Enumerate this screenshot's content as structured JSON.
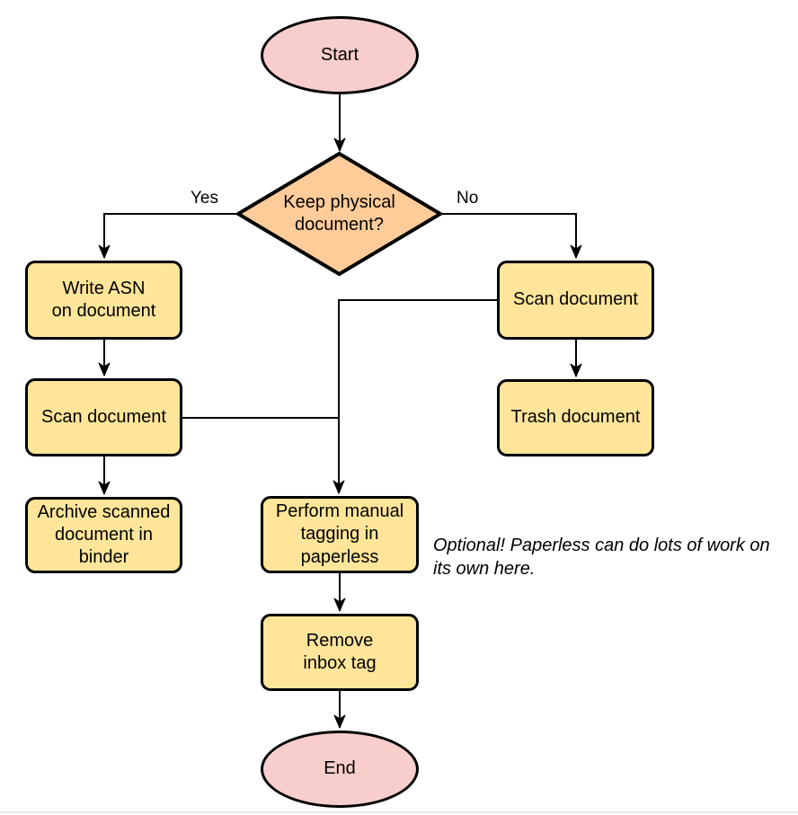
{
  "diagram": {
    "nodes": {
      "start": {
        "label": "Start",
        "shape": "ellipse"
      },
      "decision": {
        "label": "Keep physical\ndocument?",
        "shape": "diamond"
      },
      "write_asn": {
        "label": "Write ASN\non document",
        "shape": "rounded-rect"
      },
      "scan_left": {
        "label": "Scan document",
        "shape": "rounded-rect"
      },
      "archive": {
        "label": "Archive scanned\ndocument in\nbinder",
        "shape": "rounded-rect"
      },
      "scan_right": {
        "label": "Scan document",
        "shape": "rounded-rect"
      },
      "trash": {
        "label": "Trash document",
        "shape": "rounded-rect"
      },
      "perform_tagging": {
        "label": "Perform manual\ntagging in\npaperless",
        "shape": "rounded-rect"
      },
      "remove_inbox": {
        "label": "Remove\ninbox tag",
        "shape": "rounded-rect"
      },
      "end": {
        "label": "End",
        "shape": "ellipse"
      }
    },
    "edge_labels": {
      "yes": "Yes",
      "no": "No"
    },
    "annotation": "Optional! Paperless can do lots of work on\nits own here.",
    "colors": {
      "terminal_fill": "#f8cecc",
      "decision_fill": "#ffcc99",
      "process_fill": "#ffe599",
      "stroke": "#000000"
    }
  }
}
